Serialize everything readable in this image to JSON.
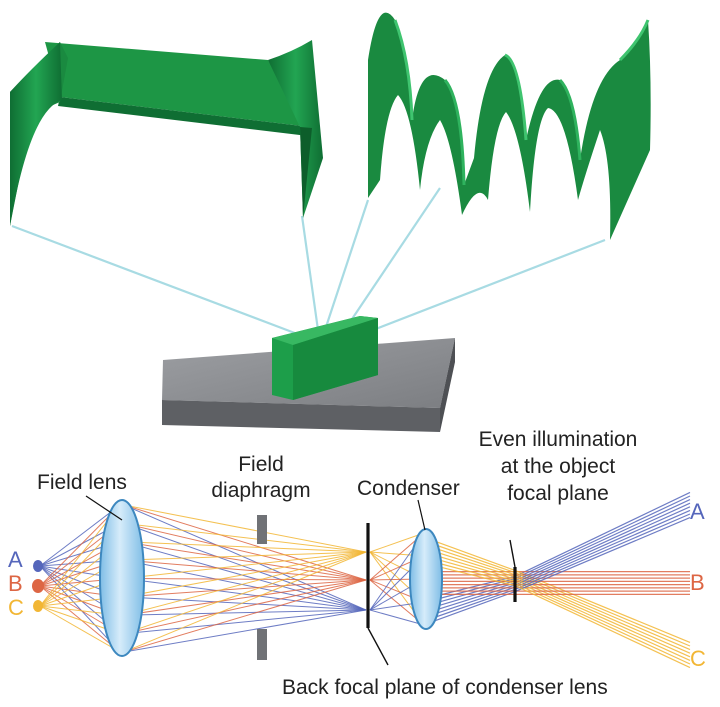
{
  "labels": {
    "field_lens": "Field lens",
    "field_diaphragm_line1": "Field",
    "field_diaphragm_line2": "diaphragm",
    "condenser": "Condenser",
    "even_line1": "Even illumination",
    "even_line2": "at the object",
    "even_line3": "focal plane",
    "back_focal_plane": "Back focal plane of condenser lens"
  },
  "source_labels": {
    "left": [
      "A",
      "B",
      "C"
    ],
    "right": [
      "A",
      "B",
      "C"
    ]
  },
  "colors": {
    "ray_a": "#5566bb",
    "ray_b": "#dd6644",
    "ray_c": "#f2b634",
    "lens_fill": "#a9d4ef",
    "lens_stroke": "#3d88bf",
    "specimen_green": "#1d9e4a",
    "profile_green": "#1a8a40",
    "stage_gray": "#8a8c90"
  },
  "icons": {
    "field_lens": "biconvex-lens-icon",
    "condenser": "biconvex-lens-icon",
    "diaphragm": "aperture-stop-icon"
  }
}
